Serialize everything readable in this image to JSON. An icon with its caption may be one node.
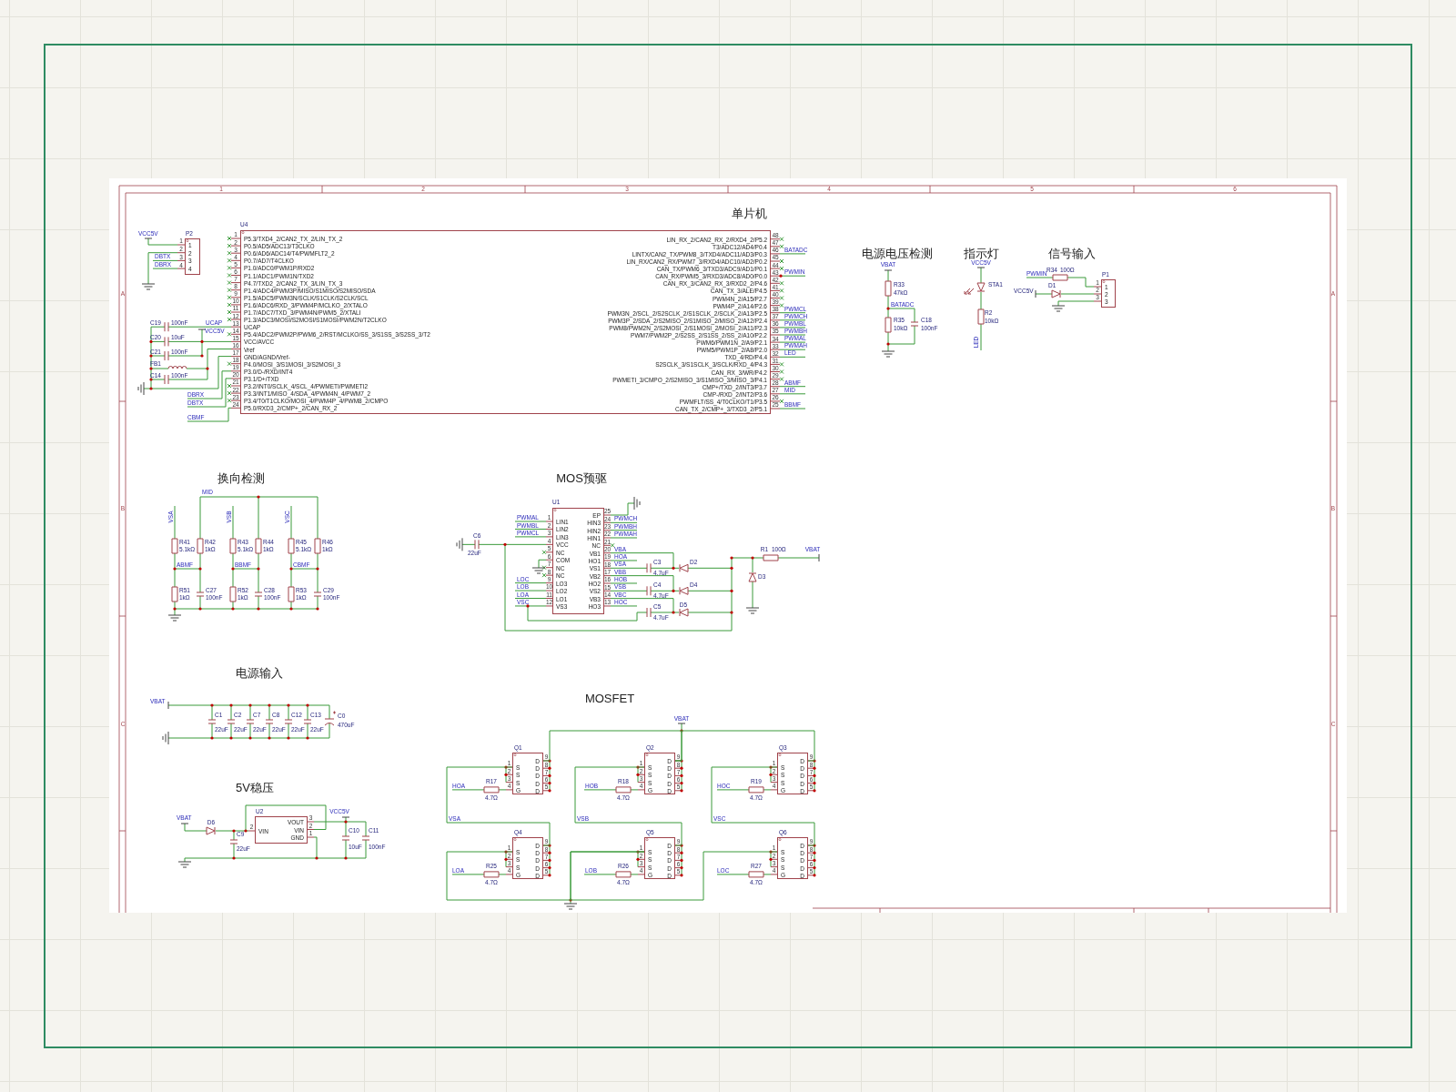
{
  "diagram": {
    "nodes": [
      {
        "text": [
          "P5.3/TXD4_2/CAN2_TX_2/LIN_TX_2",
          "P0.5/AD5/ADC13/T3CLKO",
          "P0.6/AD6/ADC14/T4/PWMFLT2_2",
          "P0.7/AD7/T4CLKO",
          "P1.0/ADC0/PWM1P/RXD2",
          "P1.1/ADC1/PWM1N/TXD2",
          "P4.7/TXD2_2/CAN2_TX_3/LIN_TX_3",
          "P1.4/ADC4/PWM3P/MISO/S1MISO/S2MISO/SDA",
          "P1.5/ADC5/PWM3N/SCLK/S1CLK/S2CLK/SCL",
          "P1.6/ADC6/RXD_3/PWM4P/MCLKO_2/XTALO",
          "P1.7/ADC7/TXD_3/PWM4N/PWM5_2/XTALI",
          "P1.3/ADC3/MOSI/S2MOSI/S1MOSI/PWM2N/T2CLKO",
          "UCAP",
          "P5.4/ADC2/PWM2P/PWM6_2/RST/MCLKO/SS_3/S1SS_3/S2SS_3/T2",
          "VCC/AVCC",
          "Vref",
          "GND/AGND/Vref-",
          "P4.0/MOSI_3/S1MOSI_3/S2MOSI_3",
          "P3.0/D-/RXD/INT4",
          "P3.1/D+/TXD",
          "P3.2/INT0/SCLK_4/SCL_4/PWMETI/PWMETI2",
          "P3.3/INT1/MISO_4/SDA_4/PWM4N_4/PWM7_2",
          "P3.4/T0/T1CLKO/MOSI_4/PWM4P_4/PWM8_2/CMPO",
          "P5.0/RXD3_2/CMP+_2/CAN_RX_2",
          "LIN_RX_2/CAN2_RX_2/RXD4_2/P5.2",
          "T3/ADC12/AD4/P0.4",
          "LINTX/CAN2_TX/PWM8_3/TXD4/ADC11/AD3/P0.3",
          "LIN_RX/CAN2_RX/PWM7_3/RXD4/ADC10/AD2/P0.2",
          "CAN_TX/PWM6_3/TXD3/ADC9/AD1/P0.1",
          "CAN_RX/PWM5_3/RXD3/ADC8/AD0/P0.0",
          "CAN_RX_3/CAN2_RX_3/RXD2_2/P4.6",
          "CAN_TX_3/ALE/P4.5",
          "PWM4N_2/A15/P2.7",
          "PWM4P_2/A14/P2.6",
          "PWM3N_2/SCL_2/S2SCLK_2/S1SCLK_2/SCLK_2/A13/P2.5",
          "PWM3P_2/SDA_2/S2MISO_2/S1MISO_2/MISO_2/A12/P2.4",
          "PWM8/PWM2N_2/S2MOSI_2/S1MOSI_2/MOSI_2/A11/P2.3",
          "PWM7/PWM2P_2/S2SS_2/S1SS_2/SS_2/A10/P2.2",
          "PWM6/PWM1N_2/A9/P2.1",
          "PWM5/PWM1P_2/A8/P2.0",
          "TXD_4/RD/P4.4",
          "S2SCLK_3/S1SCLK_3/SCLK/RXD_4/P4.3",
          "CAN_RX_3/WR/P4.2",
          "PWMETI_3/CMPO_2/S2MISO_3/S1MISO_3/MISO_3/P4.1",
          "CMP+/TXD_2/INT3/P3.7",
          "CMP-/RXD_2/INT2/P3.6",
          "PWMFLT/SS_4/T0CLKO/T1/P3.5",
          "CAN_TX_2/CMP+_3/TXD3_2/P5.1"
        ],
        "beside": [
          "U4",
          "1",
          "2",
          "3",
          "4",
          "5",
          "6",
          "7",
          "8",
          "9",
          "10",
          "11",
          "12",
          "13",
          "14",
          "15",
          "16",
          "17",
          "18",
          "19",
          "20",
          "21",
          "22",
          "23",
          "24",
          "48",
          "47",
          "46",
          "45",
          "44",
          "43",
          "42",
          "41",
          "40",
          "39",
          "38",
          "37",
          "36",
          "35",
          "34",
          "33",
          "32",
          "31",
          "30",
          "29",
          "28",
          "27",
          "26",
          "25"
        ]
      },
      {
        "text": [
          "1",
          "2",
          "3",
          "4"
        ],
        "beside": [
          "P2",
          "1",
          "2",
          "3",
          "4"
        ]
      },
      {
        "text": [
          "1",
          "2",
          "3"
        ],
        "beside": [
          "P1",
          "1",
          "2",
          "3"
        ]
      },
      {
        "text": [
          "LIN1",
          "LIN2",
          "LIN3",
          "VCC",
          "NC",
          "COM",
          "NC",
          "NC",
          "LO3",
          "LO2",
          "LO1",
          "VS3",
          "EP",
          "HIN3",
          "HIN2",
          "HIN1",
          "NC",
          "VB1",
          "HO1",
          "VS1",
          "VB2",
          "HO2",
          "VS2",
          "VB3",
          "HO3"
        ],
        "beside": [
          "U1",
          "1",
          "2",
          "3",
          "4",
          "5",
          "6",
          "7",
          "8",
          "9",
          "10",
          "11",
          "12",
          "25",
          "24",
          "23",
          "22",
          "21",
          "20",
          "19",
          "18",
          "17",
          "16",
          "15",
          "14",
          "13"
        ]
      },
      {
        "text": [
          "VIN",
          "VOUT",
          "VIN",
          "GND"
        ],
        "beside": [
          "U2",
          "2",
          "3",
          "2",
          "1"
        ]
      },
      {
        "text": [
          "S",
          "S",
          "S",
          "G",
          "D",
          "D",
          "D",
          "D",
          "D"
        ],
        "beside": [
          "Q1",
          "1",
          "2",
          "3",
          "4",
          "9",
          "8",
          "7",
          "6",
          "5"
        ]
      },
      {
        "text": [
          "S",
          "S",
          "S",
          "G",
          "D",
          "D",
          "D",
          "D",
          "D"
        ],
        "beside": [
          "Q2",
          "1",
          "2",
          "3",
          "4",
          "9",
          "8",
          "7",
          "6",
          "5"
        ]
      },
      {
        "text": [
          "S",
          "S",
          "S",
          "G",
          "D",
          "D",
          "D",
          "D",
          "D"
        ],
        "beside": [
          "Q3",
          "1",
          "2",
          "3",
          "4",
          "9",
          "8",
          "7",
          "6",
          "5"
        ]
      },
      {
        "text": [
          "S",
          "S",
          "S",
          "G",
          "D",
          "D",
          "D",
          "D",
          "D"
        ],
        "beside": [
          "Q4",
          "1",
          "2",
          "3",
          "4",
          "9",
          "8",
          "7",
          "6",
          "5"
        ]
      },
      {
        "text": [
          "S",
          "S",
          "S",
          "G",
          "D",
          "D",
          "D",
          "D",
          "D"
        ],
        "beside": [
          "Q5",
          "1",
          "2",
          "3",
          "4",
          "9",
          "8",
          "7",
          "6",
          "5"
        ]
      },
      {
        "text": [
          "S",
          "S",
          "S",
          "G",
          "D",
          "D",
          "D",
          "D",
          "D"
        ],
        "beside": [
          "Q6",
          "1",
          "2",
          "3",
          "4",
          "9",
          "8",
          "7",
          "6",
          "5"
        ]
      }
    ],
    "edges": [
      {
        "from": 5,
        "to": 6,
        "arrow": "none"
      },
      {
        "from": 6,
        "to": 7,
        "arrow": "none"
      },
      {
        "from": 8,
        "to": 9,
        "arrow": "none"
      },
      {
        "from": 9,
        "to": 10,
        "arrow": "none"
      },
      {
        "from": 5,
        "to": 8,
        "arrow": "none"
      },
      {
        "from": 6,
        "to": 9,
        "arrow": "none"
      },
      {
        "from": 7,
        "to": 10,
        "arrow": "none"
      }
    ],
    "labels": [
      "1",
      "2",
      "3",
      "4",
      "5",
      "6",
      "A",
      "B",
      "C",
      "A",
      "B",
      "C",
      "单片机",
      "VCC5V",
      "DBTX",
      "DBRX",
      "C19",
      "100nF",
      "UCAP",
      "C20",
      "10uF",
      "VCC5V",
      "C21",
      "100nF",
      "FB1",
      "C14",
      "100nF",
      "DBRX",
      "DBTX",
      "CBMF",
      "BATADC",
      "PWMIN",
      "PWMCL",
      "PWMCH",
      "PWMBL",
      "PWMBH",
      "PWMAL",
      "PWMAH",
      "LED",
      "ABMF",
      "MID",
      "BBMF",
      "电源电压检测",
      "VBAT",
      "R33",
      "47kΩ",
      "BATADC",
      "R35",
      "10kΩ",
      "C18",
      "100nF",
      "指示灯",
      "VCC5V",
      "STA1",
      "R2",
      "10kΩ",
      "LED",
      "信号输入",
      "PWMIN",
      "R34",
      "100Ω",
      "VCC5V",
      "D1",
      "换向检测",
      "MID",
      "VSA",
      "R41",
      "5.1kΩ",
      "R42",
      "1kΩ",
      "VSB",
      "R43",
      "5.1kΩ",
      "R44",
      "1kΩ",
      "VSC",
      "R45",
      "5.1kΩ",
      "R46",
      "1kΩ",
      "ABMF",
      "BBMF",
      "CBMF",
      "R51",
      "1kΩ",
      "C27",
      "100nF",
      "R52",
      "1kΩ",
      "C28",
      "100nF",
      "R53",
      "1kΩ",
      "C29",
      "100nF",
      "MOS预驱",
      "C6",
      "22uF",
      "PWMAL",
      "PWMBL",
      "PWMCL",
      "LOC",
      "LOB",
      "LOA",
      "VSC",
      "PWMCH",
      "PWMBH",
      "PWMAH",
      "VBA",
      "HOA",
      "VSA",
      "VBB",
      "HOB",
      "VSB",
      "VBC",
      "HOC",
      "C3",
      "4.7uF",
      "C4",
      "4.7uF",
      "C5",
      "4.7uF",
      "D2",
      "D4",
      "D5",
      "R1",
      "100Ω",
      "VBAT",
      "D3",
      "电源输入",
      "VBAT",
      "C1",
      "22uF",
      "C2",
      "22uF",
      "C7",
      "22uF",
      "C8",
      "22uF",
      "C12",
      "22uF",
      "C13",
      "22uF",
      "C0",
      "470uF",
      "5V稳压",
      "VBAT",
      "D6",
      "C9",
      "22uF",
      "VCC5V",
      "C10",
      "10uF",
      "C11",
      "100nF",
      "MOSFET",
      "VBAT",
      "HOA",
      "R17",
      "4.7Ω",
      "HOB",
      "R18",
      "4.7Ω",
      "HOC",
      "R19",
      "4.7Ω",
      "VSA",
      "VSB",
      "VSC",
      "LOA",
      "R25",
      "4.7Ω",
      "LOB",
      "R26",
      "4.7Ω",
      "LOC",
      "R27",
      "4.7Ω"
    ]
  }
}
